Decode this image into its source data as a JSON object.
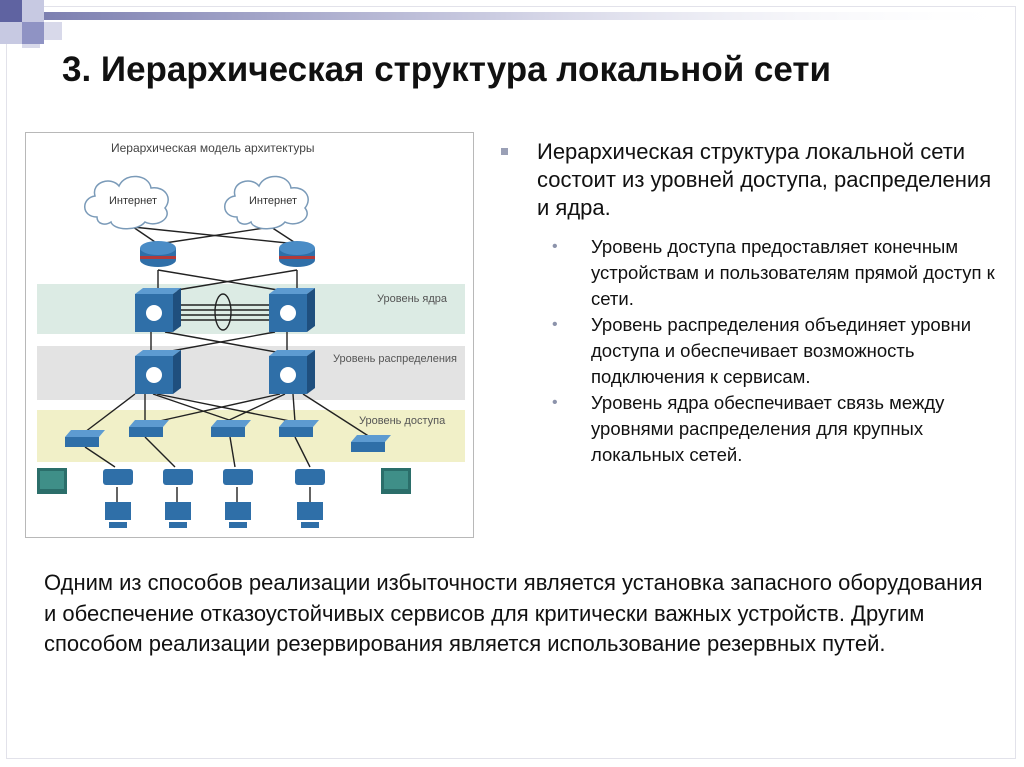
{
  "slide": {
    "title": "3. Иерархическая структура локальной сети"
  },
  "diagram": {
    "heading": "Иерархическая модель архитектуры",
    "cloud_labels": [
      "Интернет",
      "Интернет"
    ],
    "layer_labels": {
      "core": "Уровень ядра",
      "distribution": "Уровень распределения",
      "access": "Уровень доступа"
    },
    "colors": {
      "core_band": "#dcebe4",
      "distribution_band": "#e3e3e3",
      "access_band": "#f1f0c8",
      "device_blue": "#2f6fa8",
      "router_red": "#b23a3a"
    }
  },
  "bullets": {
    "main": "Иерархическая структура локальной сети состоит из уровней доступа, распределения и ядра.",
    "items": [
      "Уровень доступа предоставляет конечным устройствам и пользователям прямой доступ к сети.",
      "Уровень распределения объединяет уровни доступа и обеспечивает возможность подключения к сервисам.",
      "Уровень ядра обеспечивает связь между уровнями распределения для крупных локальных сетей."
    ]
  },
  "paragraph": "Одним из способов реализации избыточности является установка запасного оборудования и обеспечение отказоустойчивых сервисов для критически важных устройств. Другим способом реализации резервирования является использование резервных путей."
}
